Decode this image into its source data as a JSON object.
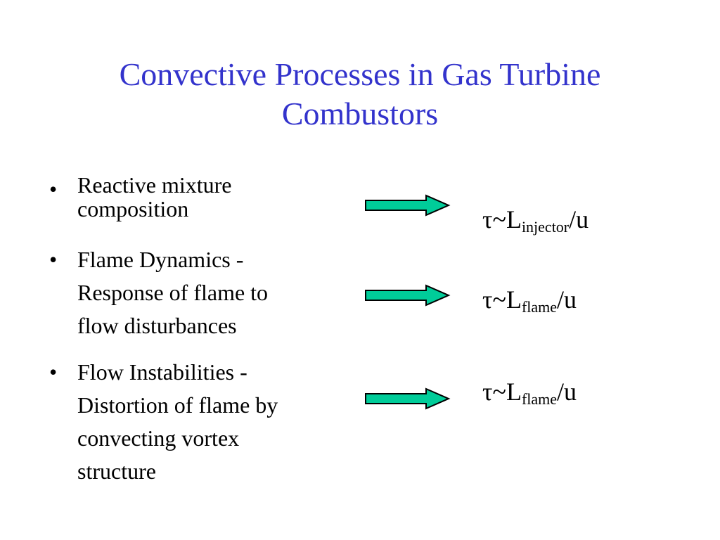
{
  "slide": {
    "title_line1": "Convective Processes in Gas Turbine",
    "title_line2": "Combustors",
    "bullet_marker": "•",
    "bullets": [
      {
        "text_line1": "Reactive mixture",
        "text_line2": "composition"
      },
      {
        "text_line1": "Flame Dynamics -",
        "text_line2": "Response of flame to",
        "text_line3": "flow disturbances"
      },
      {
        "text_line1": "Flow Instabilities -",
        "text_line2": "Distortion of flame by",
        "text_line3": "convecting vortex",
        "text_line4": "structure"
      }
    ],
    "formulas": [
      {
        "prefix": "τ~L",
        "subscript": "injector",
        "suffix": "/u"
      },
      {
        "prefix": "τ~L",
        "subscript": "flame",
        "suffix": "/u"
      },
      {
        "prefix": "τ~L",
        "subscript": "flame",
        "suffix": "/u"
      }
    ],
    "colors": {
      "title": "#3333cc",
      "arrow_fill": "#00cc99",
      "arrow_stroke": "#000000",
      "text": "#000000"
    },
    "icons": [
      "right-arrow-icon"
    ]
  }
}
